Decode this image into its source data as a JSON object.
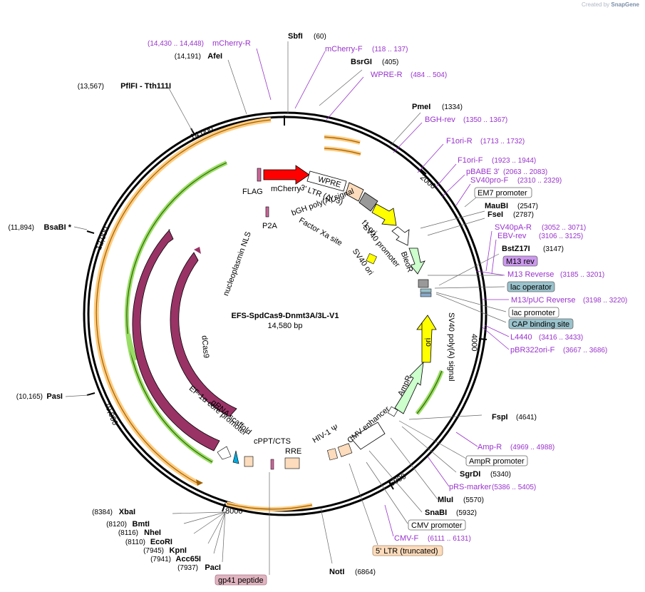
{
  "credit": {
    "prefix": "Created by",
    "brand": "SnapGene"
  },
  "plasmid": {
    "name": "EFS-SpdCas9-Dnmt3A/3L-V1",
    "length": "14,580 bp"
  },
  "ticks": [
    "2000",
    "4000",
    "6000",
    "8000",
    "10,000",
    "12,000",
    "14,000"
  ],
  "enzymes": [
    {
      "name": "SbfI",
      "pos": "(60)"
    },
    {
      "name": "BsrGI",
      "pos": "(405)"
    },
    {
      "name": "PmeI",
      "pos": "(1334)"
    },
    {
      "name": "MauBI",
      "pos": "(2547)"
    },
    {
      "name": "FseI",
      "pos": "(2787)"
    },
    {
      "name": "BstZ17I",
      "pos": "(3147)"
    },
    {
      "name": "FspI",
      "pos": "(4641)"
    },
    {
      "name": "SgrDI",
      "pos": "(5340)"
    },
    {
      "name": "MluI",
      "pos": "(5570)"
    },
    {
      "name": "SnaBI",
      "pos": "(5932)"
    },
    {
      "name": "NotI",
      "pos": "(6864)"
    },
    {
      "name": "PacI",
      "pos": "(7937)"
    },
    {
      "name": "Acc65I",
      "pos": "(7941)"
    },
    {
      "name": "KpnI",
      "pos": "(7945)"
    },
    {
      "name": "EcoRI",
      "pos": "(8110)"
    },
    {
      "name": "NheI",
      "pos": "(8116)"
    },
    {
      "name": "BmtI",
      "pos": "(8120)"
    },
    {
      "name": "XbaI",
      "pos": "(8384)"
    },
    {
      "name": "PasI",
      "pos": "(10,165)"
    },
    {
      "name": "BsaBI *",
      "pos": "(11,894)"
    },
    {
      "name": "PflFI - Tth111I",
      "pos": "(13,567)"
    },
    {
      "name": "AfeI",
      "pos": "(14,191)"
    }
  ],
  "primers": [
    {
      "name": "mCherry-R",
      "pos": "(14,430 .. 14,448)"
    },
    {
      "name": "mCherry-F",
      "pos": "(118 .. 137)"
    },
    {
      "name": "WPRE-R",
      "pos": "(484 .. 504)"
    },
    {
      "name": "BGH-rev",
      "pos": "(1350 .. 1367)"
    },
    {
      "name": "F1ori-R",
      "pos": "(1713 .. 1732)"
    },
    {
      "name": "F1ori-F",
      "pos": "(1923 .. 1944)"
    },
    {
      "name": "pBABE 3'",
      "pos": "(2063 .. 2083)"
    },
    {
      "name": "SV40pro-F",
      "pos": "(2310 .. 2329)"
    },
    {
      "name": "SV40pA-R",
      "pos": "(3052 .. 3071)"
    },
    {
      "name": "EBV-rev",
      "pos": "(3106 .. 3125)"
    },
    {
      "name": "M13 Reverse",
      "pos": "(3185 .. 3201)"
    },
    {
      "name": "M13/pUC Reverse",
      "pos": "(3198 .. 3220)"
    },
    {
      "name": "L4440",
      "pos": "(3416 .. 3433)"
    },
    {
      "name": "pBR322ori-F",
      "pos": "(3667 .. 3686)"
    },
    {
      "name": "Amp-R",
      "pos": "(4969 .. 4988)"
    },
    {
      "name": "pRS-marker",
      "pos": "(5386 .. 5405)"
    },
    {
      "name": "CMV-F",
      "pos": "(6111 .. 6131)"
    }
  ],
  "boxed": [
    {
      "name": "EM7 promoter",
      "fill": "#ffffff"
    },
    {
      "name": "M13 rev",
      "fill": "#cc99ee"
    },
    {
      "name": "lac operator",
      "fill": "#99c2cc"
    },
    {
      "name": "lac promoter",
      "fill": "#ffffff"
    },
    {
      "name": "CAP binding site",
      "fill": "#99c2cc"
    },
    {
      "name": "AmpR promoter",
      "fill": "#ffffff"
    },
    {
      "name": "CMV promoter",
      "fill": "#ffffff"
    },
    {
      "name": "5' LTR (truncated)",
      "fill": "#fcdcbc"
    },
    {
      "name": "gp41 peptide",
      "fill": "#e0b4c0"
    }
  ],
  "features": {
    "flag": "FLAG",
    "mcherry": "mCherry",
    "p2a": "P2A",
    "wpre": "WPRE",
    "ltr3": "3' LTR (ΔU3)",
    "bgh": "bGH poly(A) signal",
    "f1ori": "f1 ori",
    "sv40prom": "SV40 promoter",
    "factorxa": "Factor Xa site",
    "sv40ori": "SV40 ori",
    "bleor": "BleoR",
    "sv40polya": "SV40 poly(A) signal",
    "ori": "ori",
    "ampr": "AmpR",
    "cmvenh": "CMV enhancer",
    "hiv": "HIV-1 Ψ",
    "rre": "RRE",
    "cppt": "cPPT/CTS",
    "grna": "gRNA scaffold",
    "ef1a": "EF-1α core promoter",
    "dcas9": "dCas9",
    "cas9": "Cas9",
    "nls": "nucleoplasmin NLS"
  },
  "colors": {
    "mcherry": "#ff0000",
    "cas9": "#993366",
    "ori": "#ffff00",
    "ampr": "#ccffcc",
    "ltr": "#fcdcbc",
    "orf_track": "#ffcc80",
    "green_track": "#99dd66",
    "primer": "#9933cc"
  }
}
